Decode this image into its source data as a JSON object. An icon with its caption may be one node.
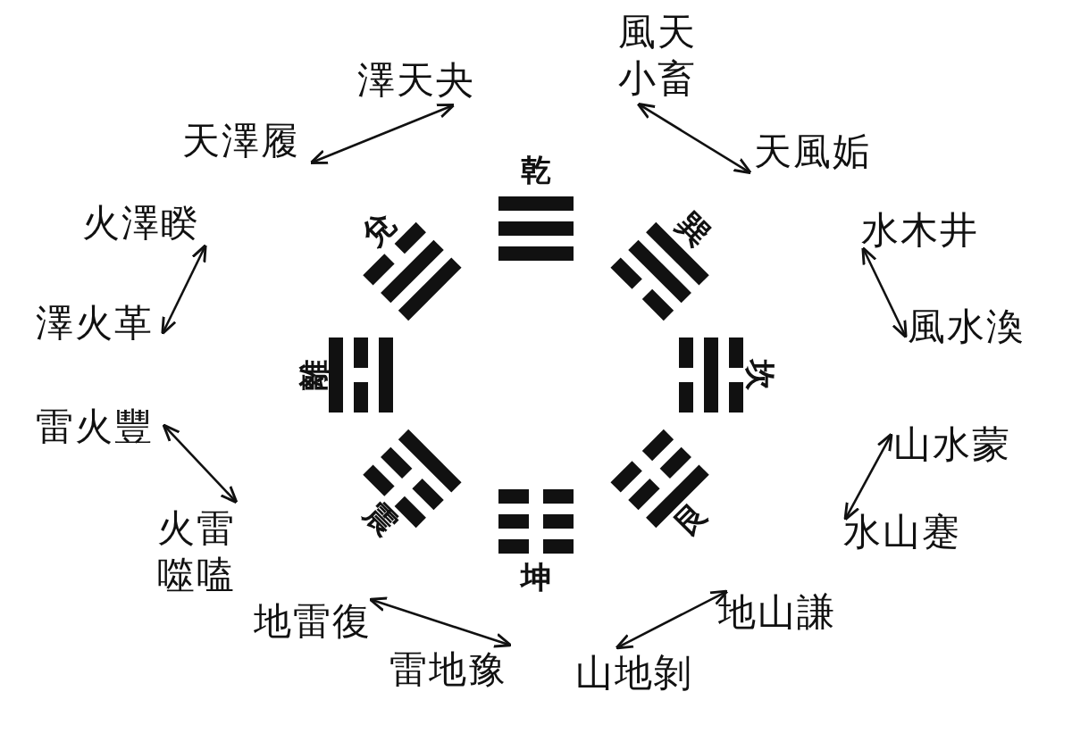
{
  "diagram": {
    "nodes": [
      {
        "text": [
          "澤天夬"
        ]
      },
      {
        "text": [
          "天澤履"
        ]
      },
      {
        "text": [
          "火澤睽"
        ]
      },
      {
        "text": [
          "澤火革"
        ]
      },
      {
        "text": [
          "雷火豐"
        ]
      },
      {
        "text": [
          "火雷噬嗑"
        ]
      },
      {
        "text": [
          "地雷復"
        ]
      },
      {
        "text": [
          "雷地豫"
        ]
      },
      {
        "text": [
          "山地剝"
        ]
      },
      {
        "text": [
          "地山謙"
        ]
      },
      {
        "text": [
          "水山蹇"
        ]
      },
      {
        "text": [
          "山水蒙"
        ]
      },
      {
        "text": [
          "風水渙"
        ]
      },
      {
        "text": [
          "水木井"
        ]
      },
      {
        "text": [
          "天風姤"
        ]
      },
      {
        "text": [
          "風天小畜"
        ]
      }
    ],
    "edges": [
      {
        "from": 0,
        "to": 1,
        "arrow": "both"
      },
      {
        "from": 2,
        "to": 3,
        "arrow": "both"
      },
      {
        "from": 4,
        "to": 5,
        "arrow": "both"
      },
      {
        "from": 6,
        "to": 7,
        "arrow": "both"
      },
      {
        "from": 9,
        "to": 8,
        "arrow": "both"
      },
      {
        "from": 11,
        "to": 10,
        "arrow": "both"
      },
      {
        "from": 13,
        "to": 12,
        "arrow": "both"
      },
      {
        "from": 15,
        "to": 14,
        "arrow": "both"
      }
    ],
    "labels": [
      "乾",
      "兌",
      "巽",
      "離",
      "坎",
      "震",
      "艮",
      "坤"
    ]
  }
}
